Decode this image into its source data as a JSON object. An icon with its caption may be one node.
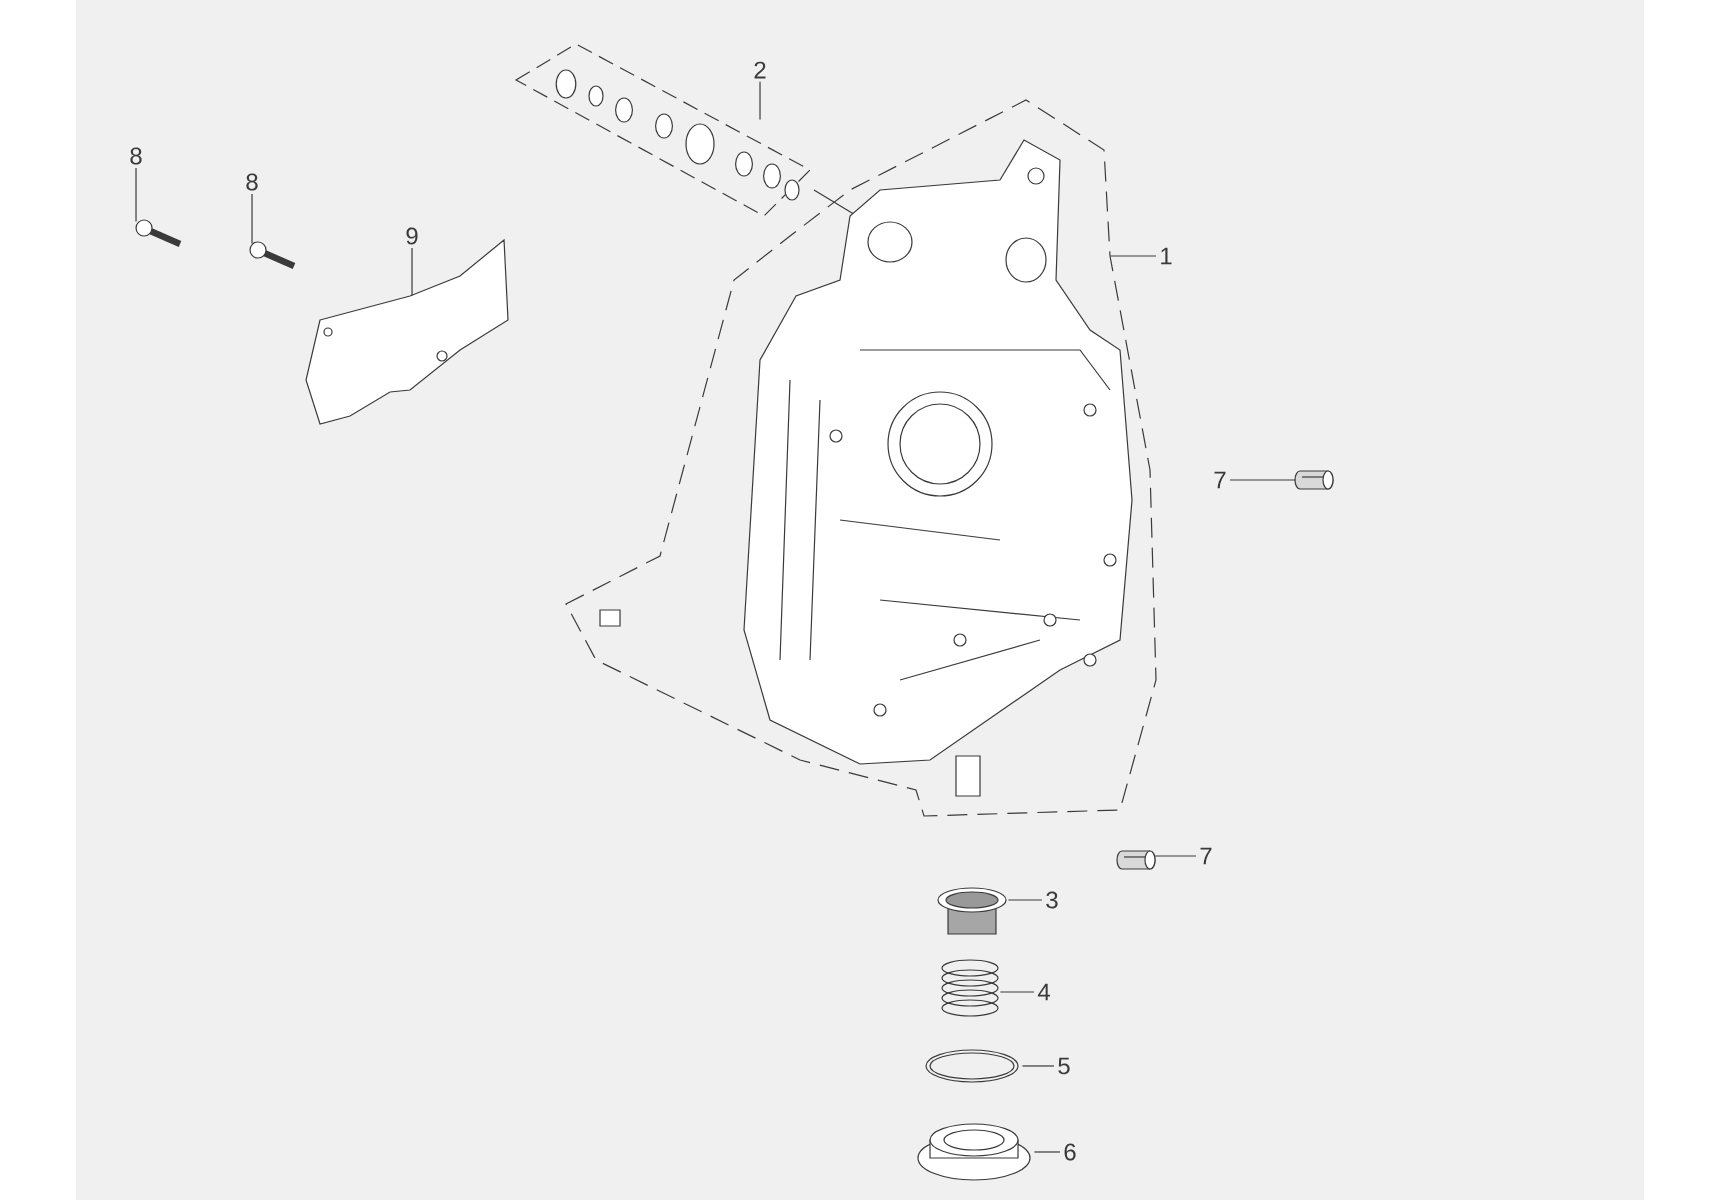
{
  "diagram": {
    "nodes": [
      {
        "text": [
          "2"
        ]
      },
      {
        "text": [],
        "shape": "picture"
      },
      {
        "text": [
          "8"
        ]
      },
      {
        "text": [],
        "shape": "picture"
      },
      {
        "text": [
          "8"
        ]
      },
      {
        "text": [],
        "shape": "picture"
      },
      {
        "text": [
          "9"
        ]
      },
      {
        "text": [],
        "shape": "picture"
      },
      {
        "text": [
          "1"
        ]
      },
      {
        "text": [],
        "shape": "picture"
      },
      {
        "text": [
          "7"
        ]
      },
      {
        "text": [],
        "shape": "cylinder"
      },
      {
        "text": [
          "7"
        ]
      },
      {
        "text": [],
        "shape": "cylinder"
      },
      {
        "text": [
          "3"
        ]
      },
      {
        "text": [],
        "shape": "picture"
      },
      {
        "text": [
          "4"
        ]
      },
      {
        "text": [],
        "shape": "picture"
      },
      {
        "text": [
          "5"
        ]
      },
      {
        "text": [],
        "shape": "picture"
      },
      {
        "text": [
          "6"
        ]
      },
      {
        "text": [],
        "shape": "picture"
      }
    ],
    "edges": [
      {
        "from": 0,
        "to": 1,
        "arrow": "none"
      },
      {
        "from": 2,
        "to": 3,
        "arrow": "none"
      },
      {
        "from": 4,
        "to": 5,
        "arrow": "none"
      },
      {
        "from": 6,
        "to": 7,
        "arrow": "none"
      },
      {
        "from": 8,
        "to": 9,
        "arrow": "none"
      },
      {
        "from": 10,
        "to": 11,
        "arrow": "none"
      },
      {
        "from": 12,
        "to": 13,
        "arrow": "none"
      },
      {
        "from": 14,
        "to": 15,
        "arrow": "none"
      },
      {
        "from": 16,
        "to": 17,
        "arrow": "none"
      },
      {
        "from": 18,
        "to": 19,
        "arrow": "none"
      },
      {
        "from": 20,
        "to": 21,
        "arrow": "none"
      }
    ]
  }
}
